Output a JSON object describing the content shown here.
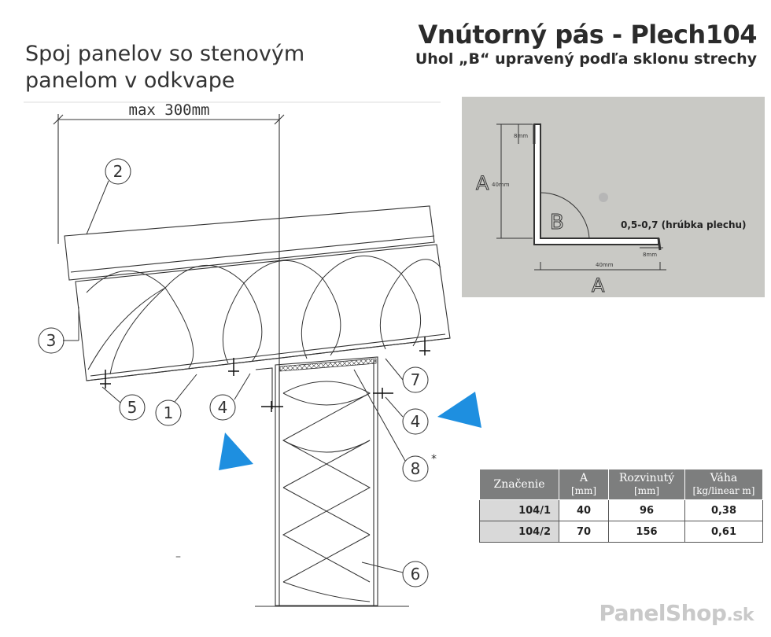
{
  "title_left": {
    "line1": "Spoj panelov so stenovým",
    "line2": "panelom v odkvape"
  },
  "title_right": {
    "main": "Vnútorný pás - Plech104",
    "sub": "Uhol „B“ upravený podľa sklonu strechy"
  },
  "drawing": {
    "dimension": "max 300mm",
    "callouts": [
      "2",
      "3",
      "5",
      "1",
      "4",
      "7",
      "4",
      "8",
      "6"
    ],
    "footnote_mark": "*",
    "dash": "–"
  },
  "profile": {
    "label_a_left": "A",
    "label_a_bottom": "A",
    "label_b": "B",
    "dim_left": "40mm",
    "dim_bottom": "40mm",
    "dim_top_hem": "8mm",
    "dim_bottom_hem": "8mm",
    "thickness": "0,5-0,7 (hrúbka plechu)"
  },
  "table": {
    "headers": [
      {
        "label": "Značenie",
        "unit": ""
      },
      {
        "label": "A",
        "unit": "[mm]"
      },
      {
        "label": "Rozvinutý",
        "unit": "[mm]"
      },
      {
        "label": "Váha",
        "unit": "[kg/linear m]"
      }
    ],
    "rows": [
      [
        "104/1",
        "40",
        "96",
        "0,38"
      ],
      [
        "104/2",
        "70",
        "156",
        "0,61"
      ]
    ]
  },
  "brand": {
    "name": "PanelShop",
    "tld": ".sk"
  },
  "colors": {
    "arrow": "#1e8fe0",
    "profile_bg": "#c9c9c5",
    "table_header": "#7d7e7e",
    "line": "#333333"
  }
}
